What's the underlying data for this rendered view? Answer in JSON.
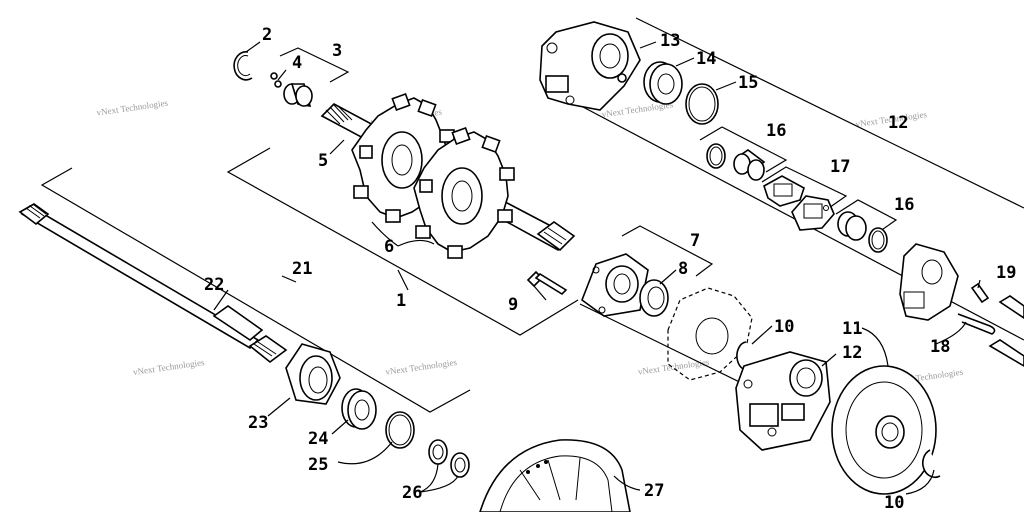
{
  "watermark": "vNext Technologies",
  "callouts": [
    {
      "id": "c2",
      "text": "2"
    },
    {
      "id": "c3",
      "text": "3"
    },
    {
      "id": "c4",
      "text": "4"
    },
    {
      "id": "c5",
      "text": "5"
    },
    {
      "id": "c6",
      "text": "6"
    },
    {
      "id": "c1",
      "text": "1"
    },
    {
      "id": "c7",
      "text": "7"
    },
    {
      "id": "c8",
      "text": "8"
    },
    {
      "id": "c9",
      "text": "9"
    },
    {
      "id": "c10a",
      "text": "10"
    },
    {
      "id": "c10b",
      "text": "10"
    },
    {
      "id": "c11",
      "text": "11"
    },
    {
      "id": "c12a",
      "text": "12"
    },
    {
      "id": "c12b",
      "text": "12"
    },
    {
      "id": "c13",
      "text": "13"
    },
    {
      "id": "c14",
      "text": "14"
    },
    {
      "id": "c15",
      "text": "15"
    },
    {
      "id": "c16a",
      "text": "16"
    },
    {
      "id": "c16b",
      "text": "16"
    },
    {
      "id": "c17",
      "text": "17"
    },
    {
      "id": "c18",
      "text": "18"
    },
    {
      "id": "c19",
      "text": "19"
    },
    {
      "id": "c21",
      "text": "21"
    },
    {
      "id": "c22",
      "text": "22"
    },
    {
      "id": "c23",
      "text": "23"
    },
    {
      "id": "c24",
      "text": "24"
    },
    {
      "id": "c25",
      "text": "25"
    },
    {
      "id": "c26",
      "text": "26"
    },
    {
      "id": "c27",
      "text": "27"
    }
  ]
}
